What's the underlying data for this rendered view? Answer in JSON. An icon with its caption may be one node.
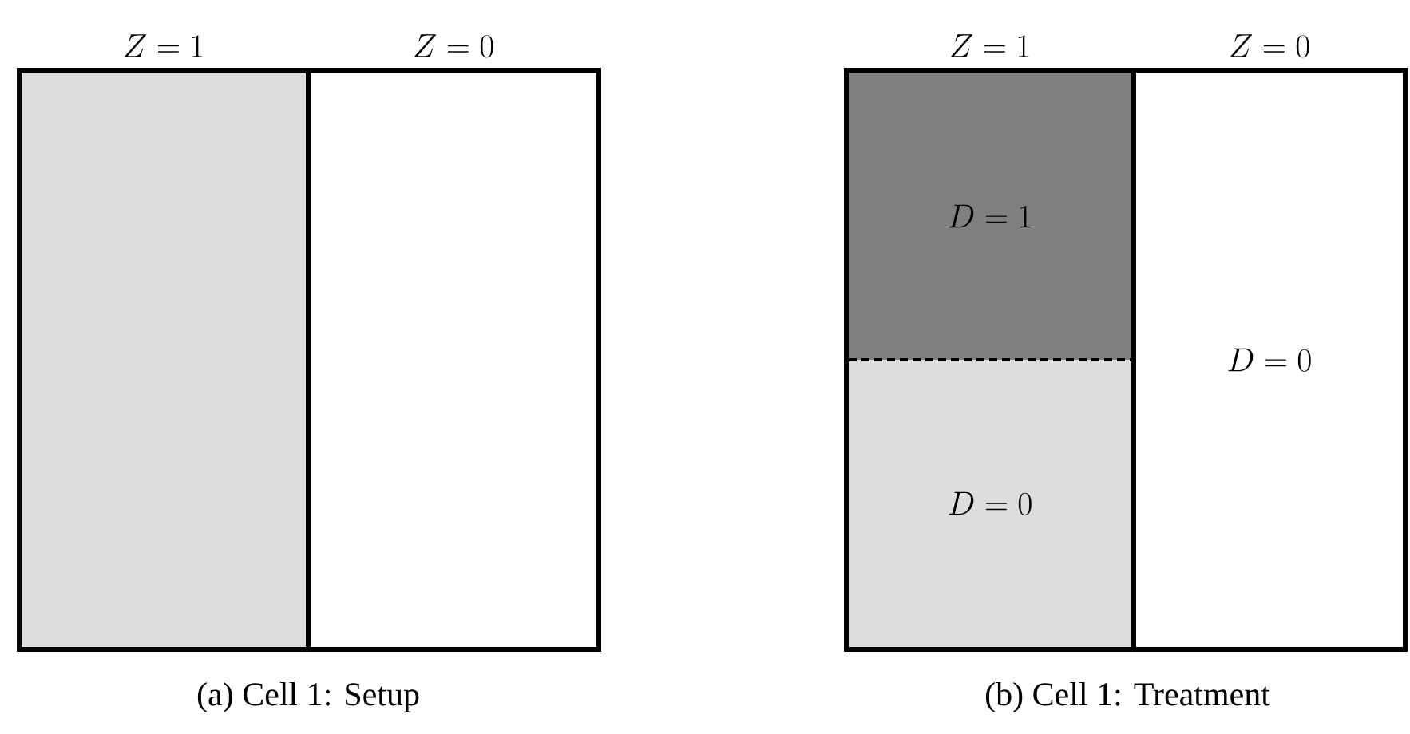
{
  "diagram": {
    "nodes": [
      {
        "text": [
          "Z = 1"
        ]
      },
      {
        "text": [
          "Z = 0"
        ]
      },
      {
        "text": [
          "Z = 1"
        ]
      },
      {
        "text": [
          "D = 1"
        ],
        "in": 2
      },
      {
        "text": [
          "D = 0"
        ],
        "in": 2
      },
      {
        "text": [
          "Z = 0",
          "D = 0"
        ]
      }
    ],
    "labels": [
      "(a) Cell 1: Setup",
      "(b) Cell 1: Treatment"
    ]
  }
}
